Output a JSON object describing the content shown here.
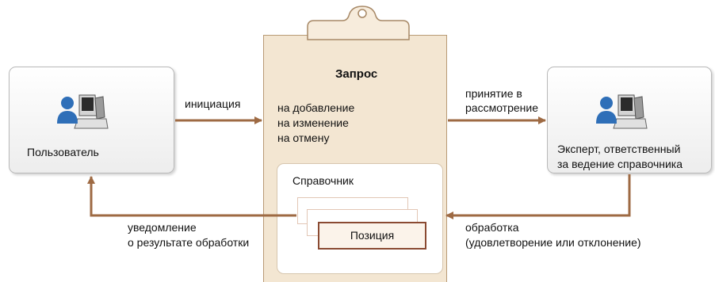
{
  "user": {
    "label": "Пользователь"
  },
  "expert": {
    "label_line1": "Эксперт, ответственный",
    "label_line2": "за ведение справочника"
  },
  "request": {
    "title": "Запрос",
    "types": [
      "на добавление",
      "на изменение",
      "на отмену"
    ]
  },
  "directory": {
    "title": "Справочник",
    "item_label": "Позиция"
  },
  "arrows": {
    "initiation": "инициация",
    "acceptance_line1": "принятие в",
    "acceptance_line2": "рассмотрение",
    "notification_line1": "уведомление",
    "notification_line2": "о результате обработки",
    "processing_line1": "обработка",
    "processing_line2": "(удовлетворение или отклонение)"
  },
  "icons": {
    "user_icon": "user-computer-icon",
    "expert_icon": "user-computer-icon",
    "clip_icon": "clipboard-clip-icon"
  },
  "colors": {
    "arrow": "#9e6a43",
    "card_border": "#8a4a32",
    "clipboard_fill": "#f3e6d2"
  }
}
